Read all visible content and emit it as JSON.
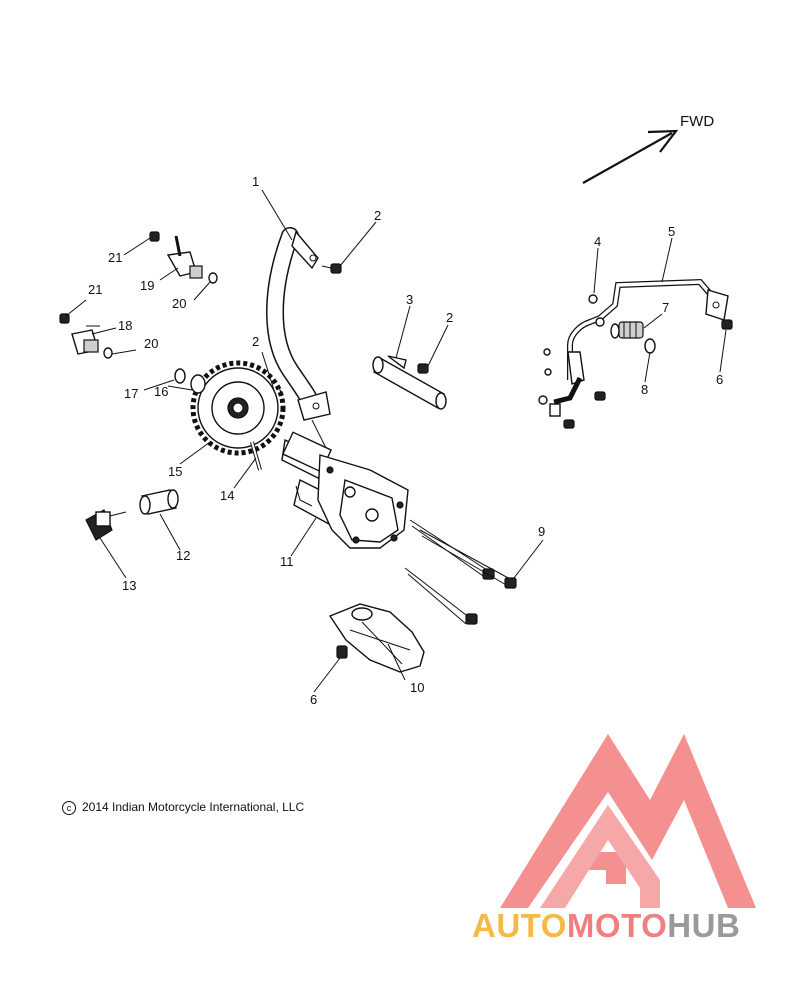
{
  "diagram": {
    "direction_label": "FWD",
    "callouts": [
      {
        "id": "c1",
        "text": "1"
      },
      {
        "id": "c2a",
        "text": "2"
      },
      {
        "id": "c2b",
        "text": "2"
      },
      {
        "id": "c2c",
        "text": "2"
      },
      {
        "id": "c3",
        "text": "3"
      },
      {
        "id": "c4",
        "text": "4"
      },
      {
        "id": "c5",
        "text": "5"
      },
      {
        "id": "c6a",
        "text": "6"
      },
      {
        "id": "c6b",
        "text": "6"
      },
      {
        "id": "c7",
        "text": "7"
      },
      {
        "id": "c8",
        "text": "8"
      },
      {
        "id": "c9",
        "text": "9"
      },
      {
        "id": "c10",
        "text": "10"
      },
      {
        "id": "c11",
        "text": "11"
      },
      {
        "id": "c12",
        "text": "12"
      },
      {
        "id": "c13",
        "text": "13"
      },
      {
        "id": "c14",
        "text": "14"
      },
      {
        "id": "c15",
        "text": "15"
      },
      {
        "id": "c16",
        "text": "16"
      },
      {
        "id": "c17",
        "text": "17"
      },
      {
        "id": "c18",
        "text": "18"
      },
      {
        "id": "c19",
        "text": "19"
      },
      {
        "id": "c20a",
        "text": "20"
      },
      {
        "id": "c20b",
        "text": "20"
      },
      {
        "id": "c21a",
        "text": "21"
      },
      {
        "id": "c21b",
        "text": "21"
      }
    ]
  },
  "footer": {
    "copyright_symbol": "c",
    "copyright_text": "2014 Indian Motorcycle International, LLC"
  },
  "watermark": {
    "part1": "AUTO",
    "part2": "MOTO",
    "part3": "HUB",
    "color1": "#f5b94a",
    "color2": "#f08080",
    "color3": "#9a9a9a",
    "logo_color": "#f06b6b"
  }
}
